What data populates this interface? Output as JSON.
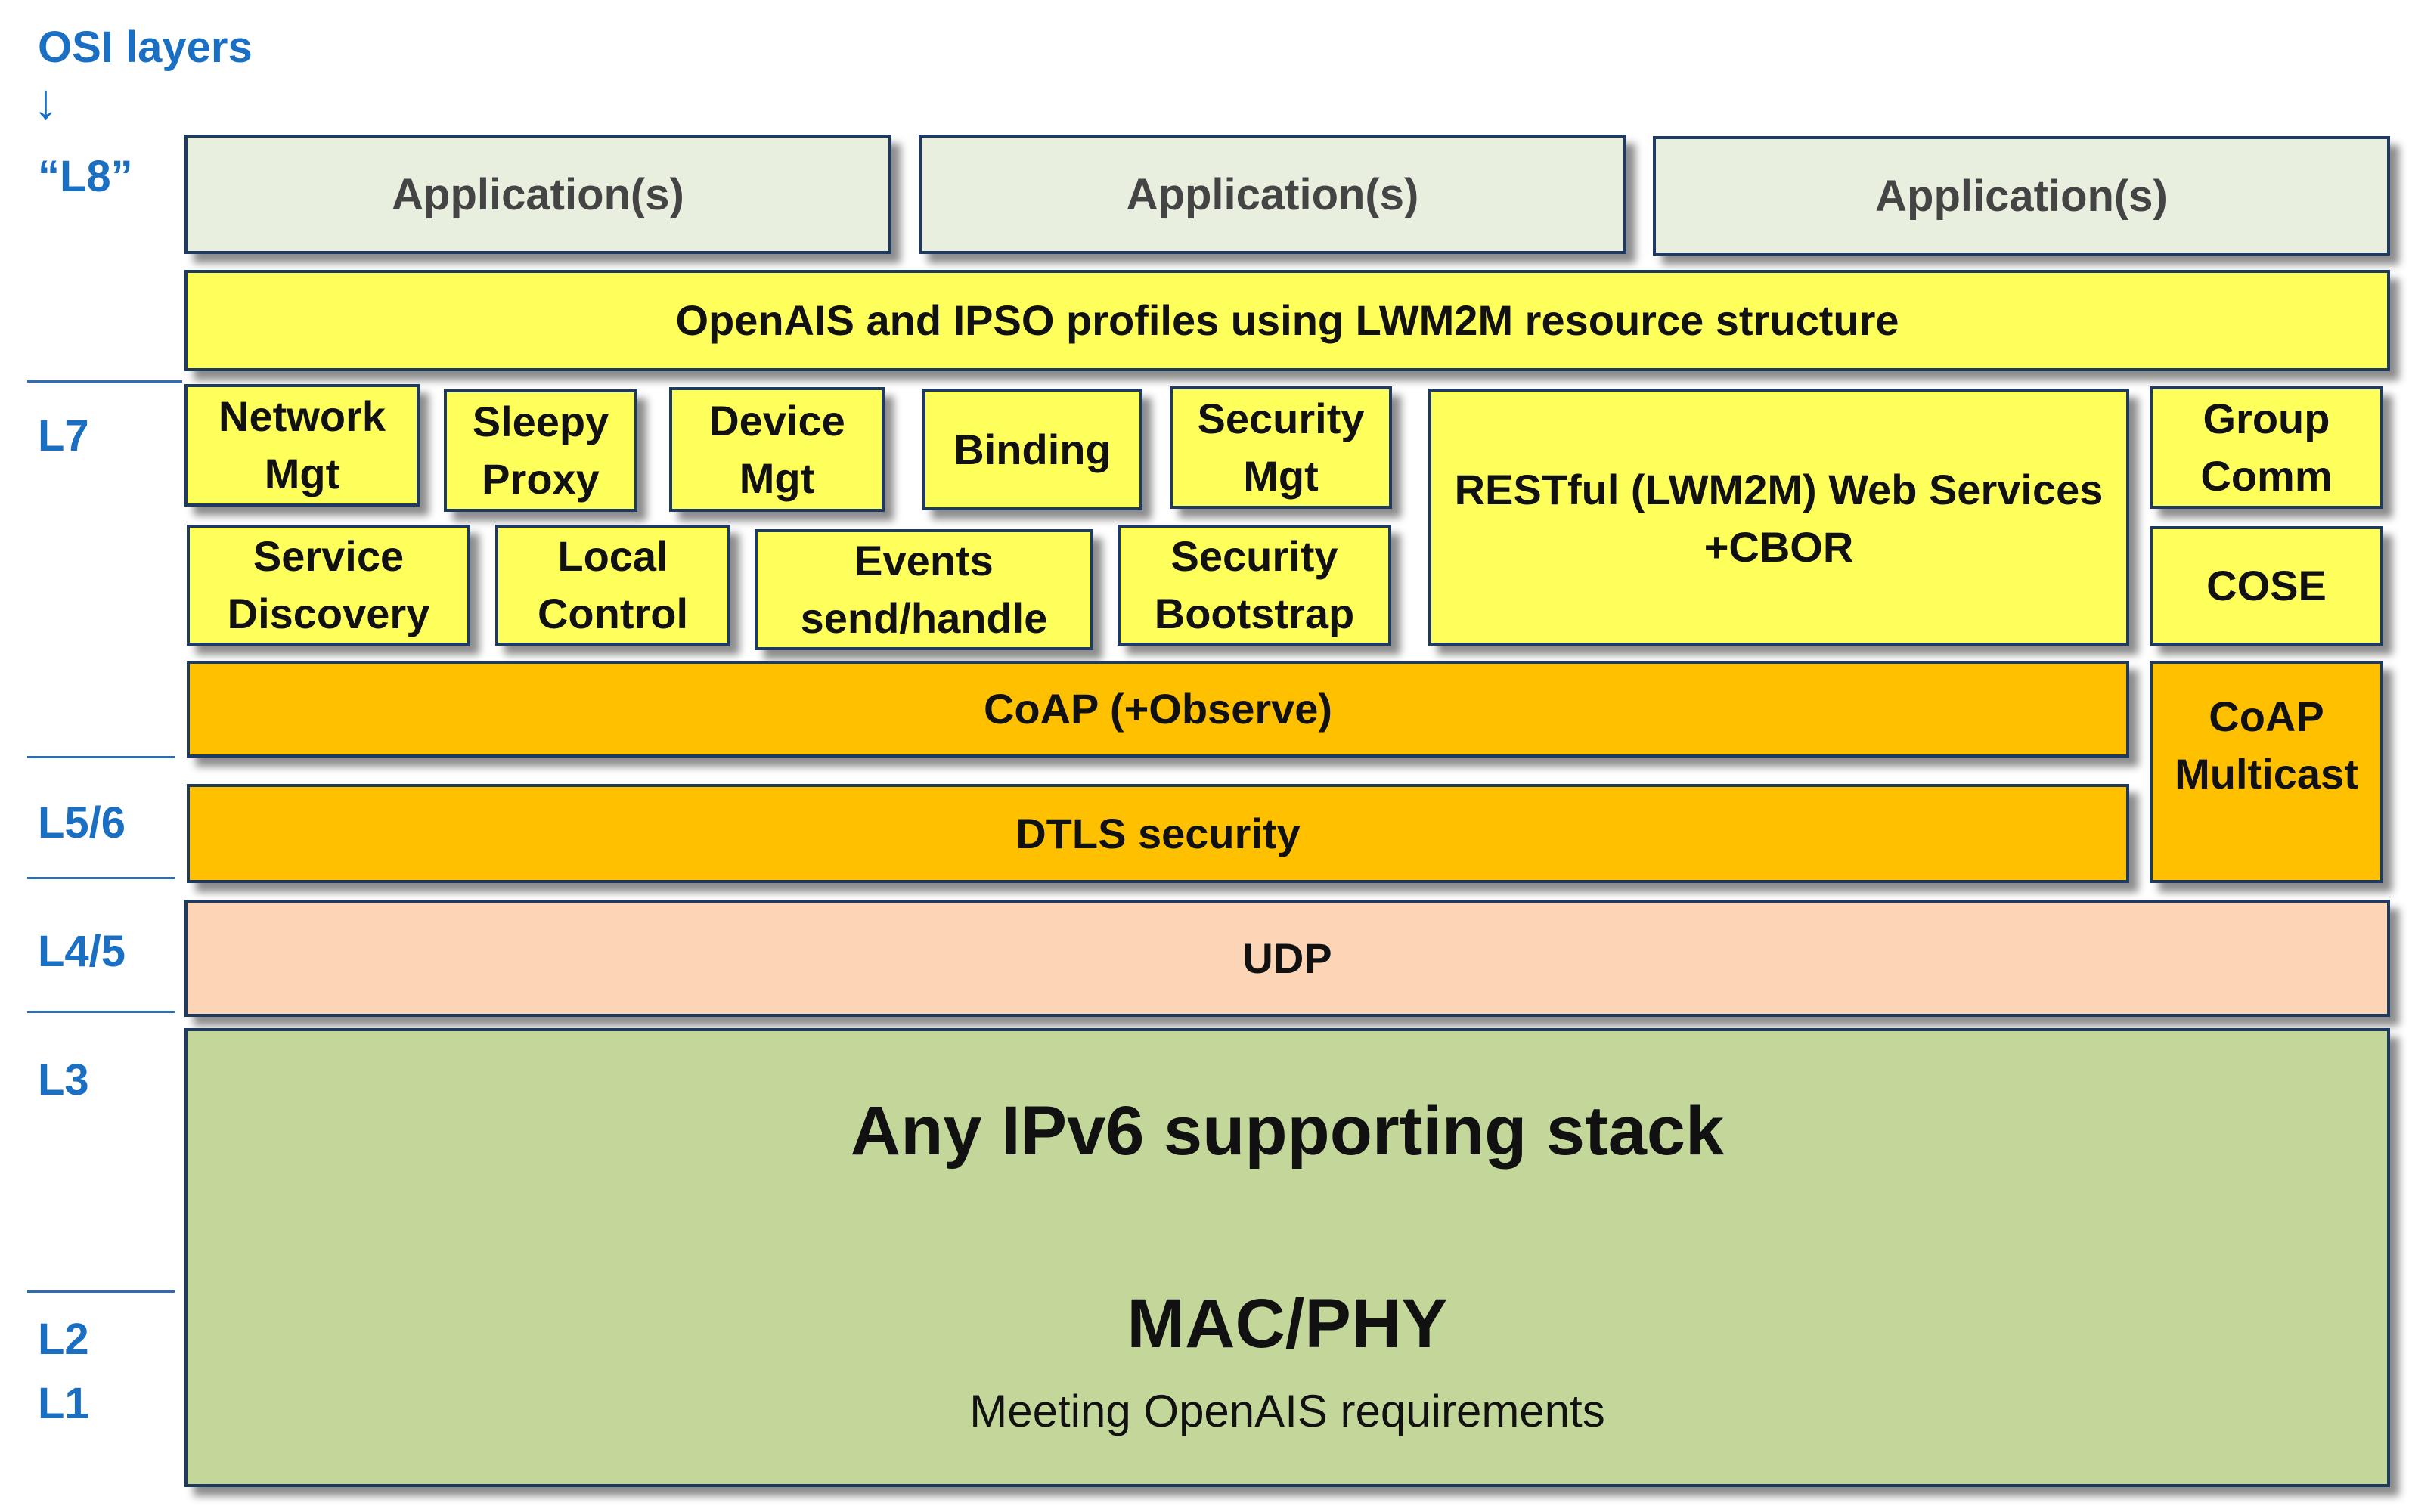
{
  "osi": {
    "header": "OSI layers",
    "arrow": "↓",
    "l8": "“L8”",
    "l7": "L7",
    "l56": "L5/6",
    "l45": "L4/5",
    "l3": "L3",
    "l2": "L2",
    "l1": "L1"
  },
  "applications": [
    "Application(s)",
    "Application(s)",
    "Application(s)"
  ],
  "profiles": "OpenAIS and IPSO profiles using LWM2M resource structure",
  "services_row1": {
    "network_mgt": [
      "Network",
      "Mgt"
    ],
    "sleepy_proxy": [
      "Sleepy",
      "Proxy"
    ],
    "device_mgt": [
      "Device",
      "Mgt"
    ],
    "binding": "Binding",
    "security_mgt": [
      "Security",
      "Mgt"
    ]
  },
  "services_row2": {
    "service_discovery": [
      "Service",
      "Discovery"
    ],
    "local_control": [
      "Local",
      "Control"
    ],
    "events": [
      "Events",
      "send/handle"
    ],
    "security_bootstrap": [
      "Security",
      "Bootstrap"
    ]
  },
  "restful": [
    "RESTful (LWM2M) Web Services",
    "+CBOR"
  ],
  "group_comm": [
    "Group",
    "Comm"
  ],
  "cose": "COSE",
  "coap": "CoAP (+Observe)",
  "coap_multicast": [
    "CoAP",
    "Multicast"
  ],
  "dtls": "DTLS security",
  "udp": "UDP",
  "ipv6": "Any IPv6 supporting stack",
  "macphy": "MAC/PHY",
  "macphy_sub": "Meeting OpenAIS requirements",
  "colors": {
    "osi_blue": "#1a6fc2",
    "application": "#e9efdf",
    "yellow": "#ffff5c",
    "orange": "#ffc000",
    "udp": "#fbd5b5",
    "green": "#c4d79b",
    "border": "#1f3a60"
  }
}
